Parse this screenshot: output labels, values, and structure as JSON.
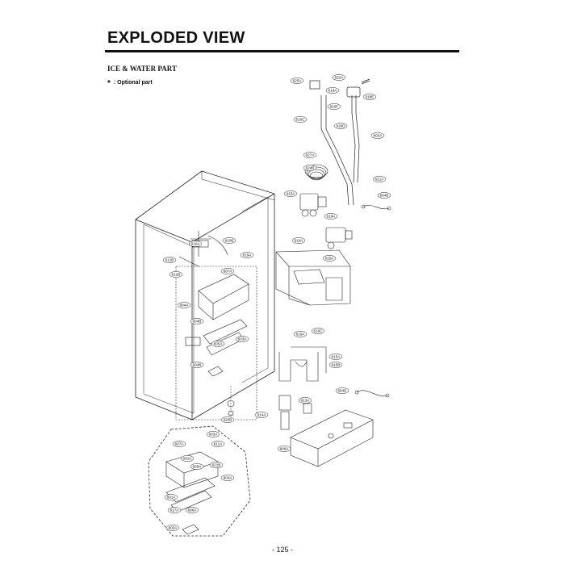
{
  "header": {
    "title": "EXPLODED VIEW"
  },
  "section": {
    "name": "ICE & WATER PART",
    "note_marker": "*",
    "note_text": ": Optional part"
  },
  "footer": {
    "page_number": "- 125 -"
  },
  "part_labels": [
    "625A",
    "632A",
    "618A",
    "618E",
    "616F",
    "616C",
    "616D",
    "603A",
    "627A",
    "624B",
    "621A",
    "615A",
    "618A",
    "604B",
    "616A",
    "615A",
    "610A",
    "610B",
    "619A",
    "612B",
    "612B",
    "607A",
    "604A",
    "603A",
    "604B",
    "605A",
    "604B",
    "616A",
    "616C",
    "615A",
    "615B",
    "613A",
    "604D",
    "614A",
    "606A",
    "620B",
    "607A",
    "601A",
    "605A",
    "611A",
    "621B",
    "604A",
    "617A",
    "601A",
    "606A",
    "603A",
    "603A"
  ]
}
